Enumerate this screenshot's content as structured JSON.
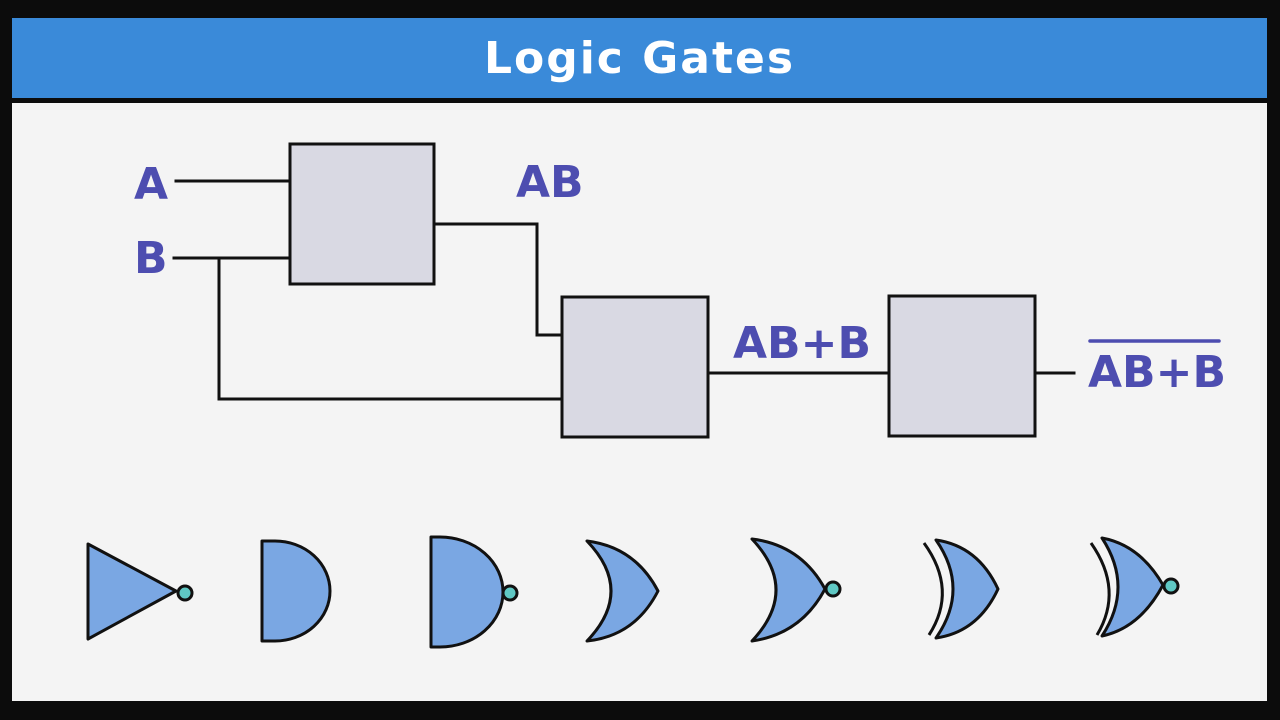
{
  "title": "Logic Gates",
  "labels": {
    "input_a": "A",
    "input_b": "B",
    "wire_ab": "AB",
    "wire_ab_plus_b": "AB+B",
    "output": "AB+B"
  },
  "colors": {
    "title_bar": "#3a8ad9",
    "panel_bg": "#f4f4f4",
    "gate_box_fill": "#d9d9e3",
    "gate_symbol_fill": "#7aa7e3",
    "bubble_fill": "#5fc8c4",
    "label_color": "#4d4db0",
    "wire": "#111111"
  },
  "gate_symbols": [
    "not-gate-icon",
    "and-gate-icon",
    "nand-gate-icon",
    "or-gate-icon",
    "nor-gate-icon",
    "xor-gate-icon",
    "xnor-gate-icon"
  ]
}
